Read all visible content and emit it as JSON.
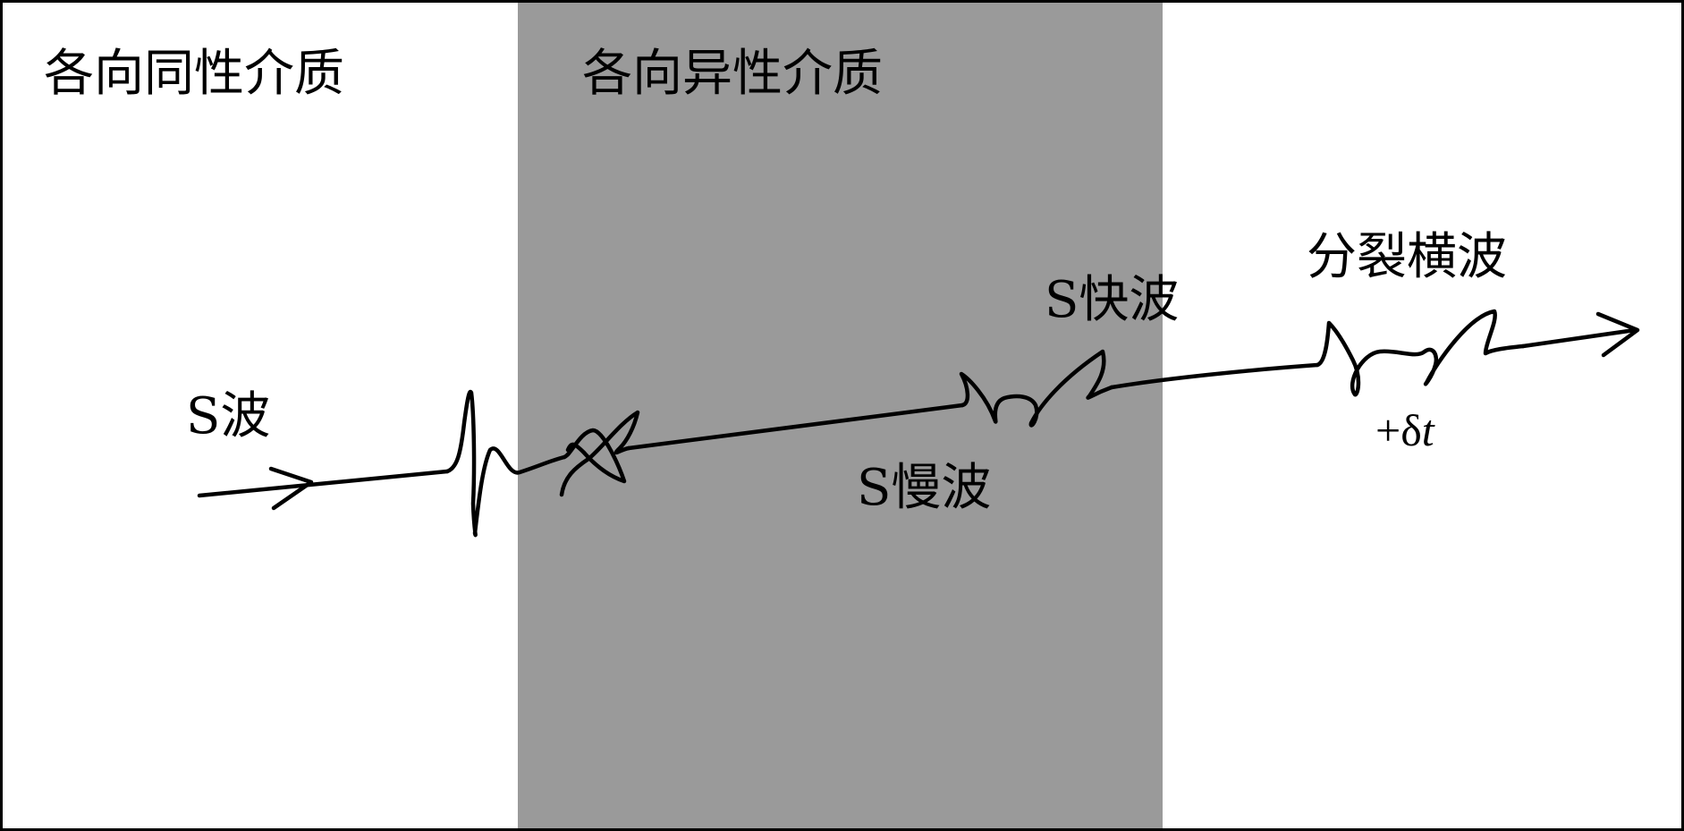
{
  "diagram": {
    "regions": [
      {
        "name": "isotropic-medium",
        "label": "各向同性介质",
        "fill": "#ffffff"
      },
      {
        "name": "anisotropic-medium",
        "label": "各向异性介质",
        "fill": "#9a9a9a"
      },
      {
        "name": "isotropic-medium-right",
        "label": "",
        "fill": "#ffffff"
      }
    ],
    "labels": {
      "incident_wave": "S波",
      "slow_wave": "S慢波",
      "fast_wave": "S快波",
      "split_wave": "分裂横波",
      "delay_prefix": "+δ",
      "delay_symbol": "t"
    },
    "colors": {
      "line": "#000000",
      "border": "#000000"
    }
  }
}
